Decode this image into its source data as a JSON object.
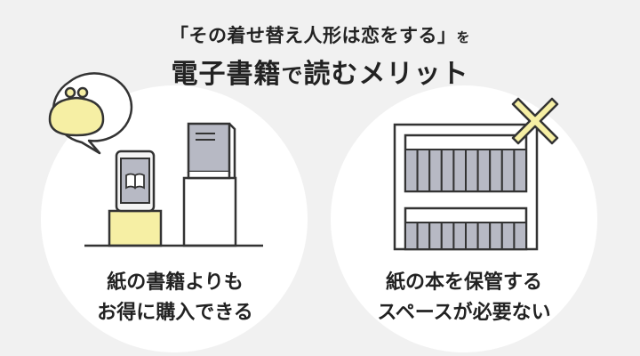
{
  "title": {
    "line1_main": "「その着せ替え人形は恋をする」",
    "line1_suffix": "を",
    "line2_a": "電子書籍",
    "line2_b": "で",
    "line2_c": "読むメリット"
  },
  "benefits": [
    {
      "line1": "紙の書籍よりも",
      "line2": "お得に購入できる"
    },
    {
      "line1": "紙の本を保管する",
      "line2": "スペースが必要ない"
    }
  ],
  "icons": {
    "left": [
      "purse-icon",
      "smartphone-ebook-icon",
      "paper-book-stack-icon"
    ],
    "right": [
      "bookshelf-icon",
      "cross-mark-icon"
    ]
  },
  "colors": {
    "background": "#f1f1f1",
    "circle": "#ffffff",
    "accent_yellow": "#f6efa4",
    "book_gray": "#b7b9c4",
    "outline": "#333333"
  }
}
